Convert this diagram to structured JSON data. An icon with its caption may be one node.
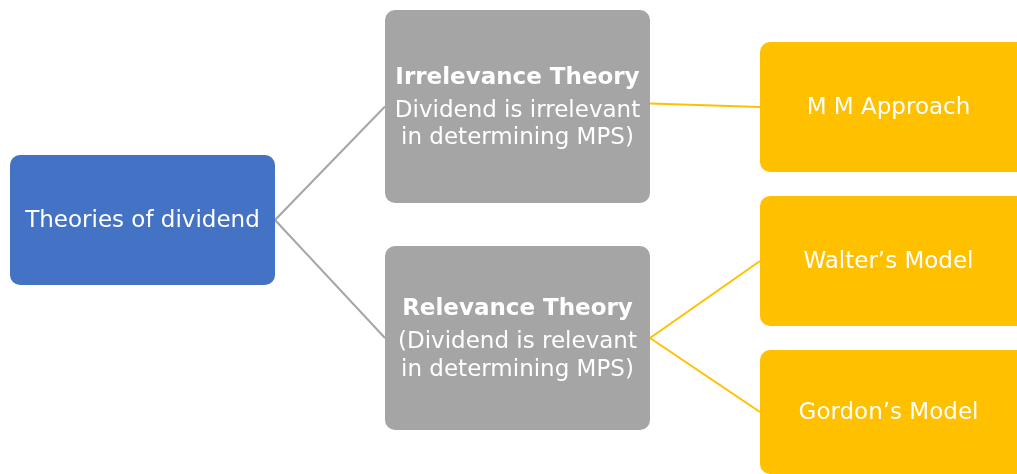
{
  "diagram": {
    "nodes": [
      {
        "text": [
          "Theories of dividend"
        ]
      },
      {
        "text": [
          "Irrelevance Theory",
          "Dividend is irrelevant in determining MPS)"
        ]
      },
      {
        "text": [
          "Relevance Theory",
          "(Dividend is relevant in determining MPS)"
        ]
      },
      {
        "text": [
          "M M Approach"
        ]
      },
      {
        "text": [
          "Walter’s Model"
        ]
      },
      {
        "text": [
          "Gordon’s Model"
        ]
      }
    ],
    "edges": [
      {
        "from": 0,
        "to": 1,
        "arrow": "none",
        "color": "#a5a5a5"
      },
      {
        "from": 0,
        "to": 2,
        "arrow": "none",
        "color": "#a5a5a5"
      },
      {
        "from": 1,
        "to": 3,
        "arrow": "none"
      },
      {
        "from": 2,
        "to": 4,
        "arrow": "none"
      },
      {
        "from": 2,
        "to": 5,
        "arrow": "none"
      }
    ]
  }
}
